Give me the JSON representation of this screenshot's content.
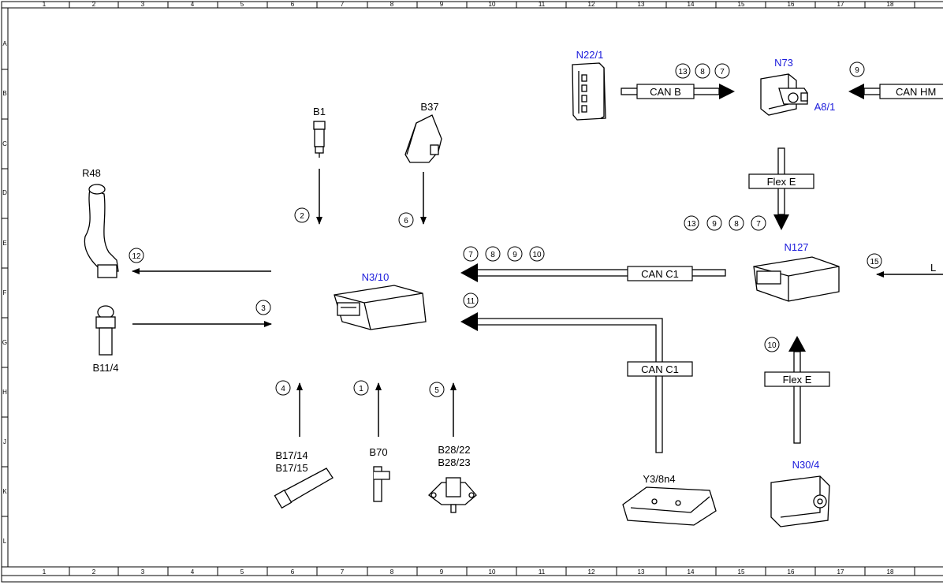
{
  "grid": {
    "columns": [
      "1",
      "2",
      "3",
      "4",
      "5",
      "6",
      "7",
      "8",
      "9",
      "10",
      "11",
      "12",
      "13",
      "14",
      "15",
      "16",
      "17",
      "18"
    ],
    "rows": [
      "A",
      "B",
      "C",
      "D",
      "E",
      "F",
      "G",
      "H",
      "J",
      "K",
      "L"
    ]
  },
  "components": {
    "n22_1": "N22/1",
    "n73": "N73",
    "a8_1": "A8/1",
    "b1": "B1",
    "b37": "B37",
    "r48": "R48",
    "n3_10": "N3/10",
    "n127": "N127",
    "b11_4": "B11/4",
    "b17_14": "B17/14",
    "b17_15": "B17/15",
    "b70": "B70",
    "b28_22": "B28/22",
    "b28_23": "B28/23",
    "y3_8n4": "Y3/8n4",
    "n30_4": "N30/4"
  },
  "bus_labels": {
    "can_b": "CAN B",
    "can_hm": "CAN HM",
    "flex_e_top": "Flex E",
    "can_c1_upper": "CAN C1",
    "can_c1_lower": "CAN C1",
    "flex_e_bottom": "Flex E",
    "cut_label": "L"
  },
  "signals": {
    "can_b_group": [
      "13",
      "8",
      "7"
    ],
    "can_hm_group": [
      "9"
    ],
    "flex_e_top_group": [
      "13",
      "9",
      "8",
      "7"
    ],
    "can_c1_upper_group": [
      "7",
      "8",
      "9",
      "10"
    ],
    "can_c1_lower_group": [
      "11"
    ],
    "r48_signal": "12",
    "b11_4_signal": "3",
    "b1_signal": "2",
    "b37_signal": "6",
    "b17_signal": "4",
    "b70_signal": "1",
    "b28_signal": "5",
    "n30_4_signal": "10",
    "right_input_signal": "15"
  },
  "colors": {
    "component_label_blue": "#1a1adb",
    "line": "#000000"
  }
}
